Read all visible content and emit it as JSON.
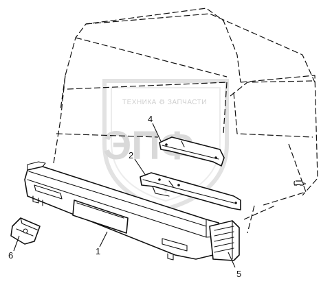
{
  "watermark": {
    "top_text": "ТЕХНИКА ⚙ ЗАПЧАСТИ",
    "logo_text": "ЭПФ"
  },
  "callouts": [
    {
      "label": "1",
      "part": "bumper"
    },
    {
      "label": "2",
      "part": "bracket-lower"
    },
    {
      "label": "4",
      "part": "bracket-upper"
    },
    {
      "label": "5",
      "part": "step-end-cap"
    },
    {
      "label": "6",
      "part": "mounting-pad"
    }
  ],
  "colors": {
    "line": "#111111",
    "watermark": "#d0d0d0",
    "background": "#ffffff"
  }
}
